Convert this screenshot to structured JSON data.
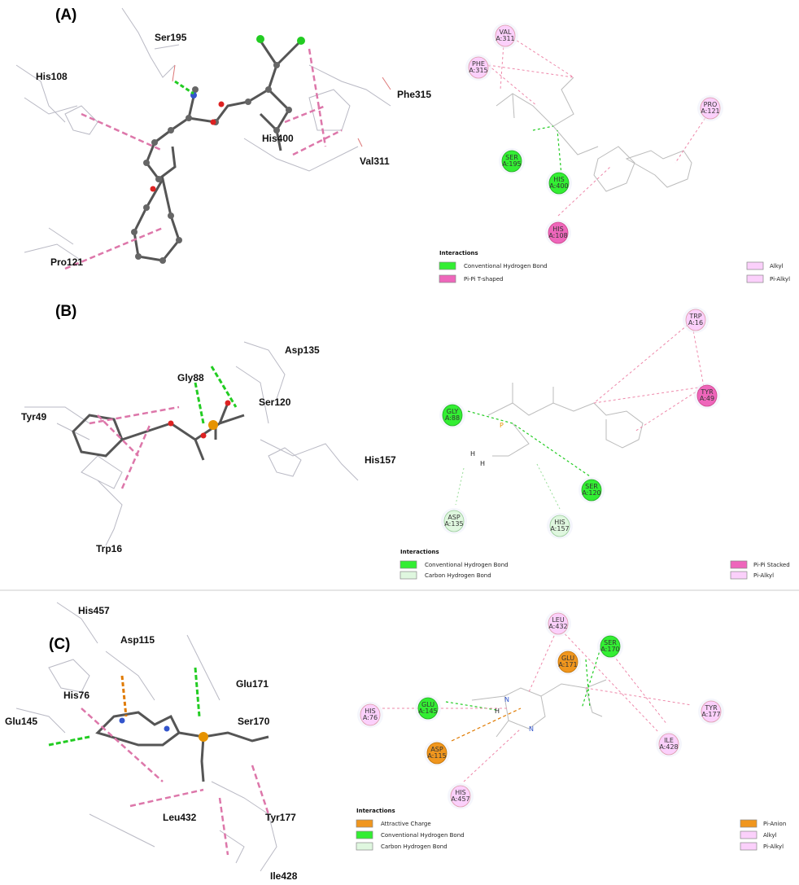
{
  "colors": {
    "conventional_hbond": "#33ee33",
    "carbon_hbond": "#dff7df",
    "pi_pi": "#ee66bb",
    "alkyl": "#fbd0fb",
    "pi_anion": "#f0961e"
  },
  "panels": [
    {
      "label": "(A)",
      "residues_3d": [
        "Ser195",
        "His108",
        "Phe315",
        "His400",
        "Val311",
        "Pro121"
      ],
      "residues_2d": [
        {
          "name": "VAL",
          "id": "A:311",
          "type": "alkyl"
        },
        {
          "name": "PHE",
          "id": "A:315",
          "type": "alkyl"
        },
        {
          "name": "PRO",
          "id": "A:121",
          "type": "alkyl"
        },
        {
          "name": "SER",
          "id": "A:195",
          "type": "conventional_hbond"
        },
        {
          "name": "HIS",
          "id": "A:400",
          "type": "conventional_hbond"
        },
        {
          "name": "HIS",
          "id": "A:108",
          "type": "pi_pi"
        }
      ],
      "legend": {
        "title": "Interactions",
        "left": [
          {
            "label": "Conventional Hydrogen Bond",
            "type": "conventional_hbond"
          },
          {
            "label": "Pi-Pi T-shaped",
            "type": "pi_pi"
          }
        ],
        "right": [
          {
            "label": "Alkyl",
            "type": "alkyl"
          },
          {
            "label": "Pi-Alkyl",
            "type": "alkyl"
          }
        ]
      }
    },
    {
      "label": "(B)",
      "residues_3d": [
        "Asp135",
        "Gly88",
        "Ser120",
        "Tyr49",
        "His157",
        "Trp16"
      ],
      "residues_2d": [
        {
          "name": "TRP",
          "id": "A:16",
          "type": "alkyl"
        },
        {
          "name": "TYR",
          "id": "A:49",
          "type": "pi_pi"
        },
        {
          "name": "GLY",
          "id": "A:88",
          "type": "conventional_hbond"
        },
        {
          "name": "SER",
          "id": "A:120",
          "type": "conventional_hbond"
        },
        {
          "name": "ASP",
          "id": "A:135",
          "type": "carbon_hbond"
        },
        {
          "name": "HIS",
          "id": "A:157",
          "type": "carbon_hbond"
        }
      ],
      "atoms": [
        "H",
        "H",
        "P"
      ],
      "legend": {
        "title": "Interactions",
        "left": [
          {
            "label": "Conventional Hydrogen Bond",
            "type": "conventional_hbond"
          },
          {
            "label": "Carbon Hydrogen Bond",
            "type": "carbon_hbond"
          }
        ],
        "right": [
          {
            "label": "Pi-Pi Stacked",
            "type": "pi_pi"
          },
          {
            "label": "Pi-Alkyl",
            "type": "alkyl"
          }
        ]
      }
    },
    {
      "label": "(C)",
      "residues_3d": [
        "His457",
        "Asp115",
        "His76",
        "Glu145",
        "Glu171",
        "Ser170",
        "Leu432",
        "Tyr177",
        "Ile428"
      ],
      "residues_2d": [
        {
          "name": "LEU",
          "id": "A:432",
          "type": "alkyl"
        },
        {
          "name": "SER",
          "id": "A:170",
          "type": "conventional_hbond"
        },
        {
          "name": "GLU",
          "id": "A:171",
          "type": "pi_anion"
        },
        {
          "name": "GLU",
          "id": "A:145",
          "type": "conventional_hbond"
        },
        {
          "name": "HIS",
          "id": "A:76",
          "type": "alkyl"
        },
        {
          "name": "TYR",
          "id": "A:177",
          "type": "alkyl"
        },
        {
          "name": "ILE",
          "id": "A:428",
          "type": "alkyl"
        },
        {
          "name": "ASP",
          "id": "A:115",
          "type": "pi_anion"
        },
        {
          "name": "HIS",
          "id": "A:457",
          "type": "alkyl"
        }
      ],
      "atoms": [
        "H",
        "N",
        "N"
      ],
      "legend": {
        "title": "Interactions",
        "left": [
          {
            "label": "Attractive Charge",
            "type": "pi_anion"
          },
          {
            "label": "Conventional Hydrogen Bond",
            "type": "conventional_hbond"
          },
          {
            "label": "Carbon Hydrogen Bond",
            "type": "carbon_hbond"
          }
        ],
        "right": [
          {
            "label": "Pi-Anion",
            "type": "pi_anion"
          },
          {
            "label": "Alkyl",
            "type": "alkyl"
          },
          {
            "label": "Pi-Alkyl",
            "type": "alkyl"
          }
        ]
      }
    }
  ]
}
